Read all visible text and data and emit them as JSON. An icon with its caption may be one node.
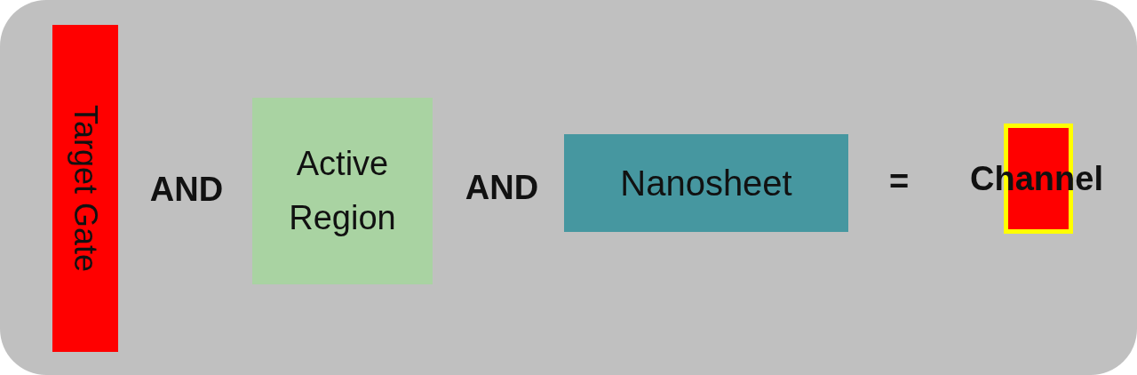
{
  "diagram": {
    "nodes": [
      {
        "text": [
          "Target Gate"
        ]
      },
      {
        "text": [
          "Active Region"
        ]
      },
      {
        "text": [
          "Nanosheet"
        ]
      },
      {
        "text": [
          "Channel"
        ]
      }
    ],
    "labels": [
      "AND",
      "AND",
      "="
    ]
  }
}
